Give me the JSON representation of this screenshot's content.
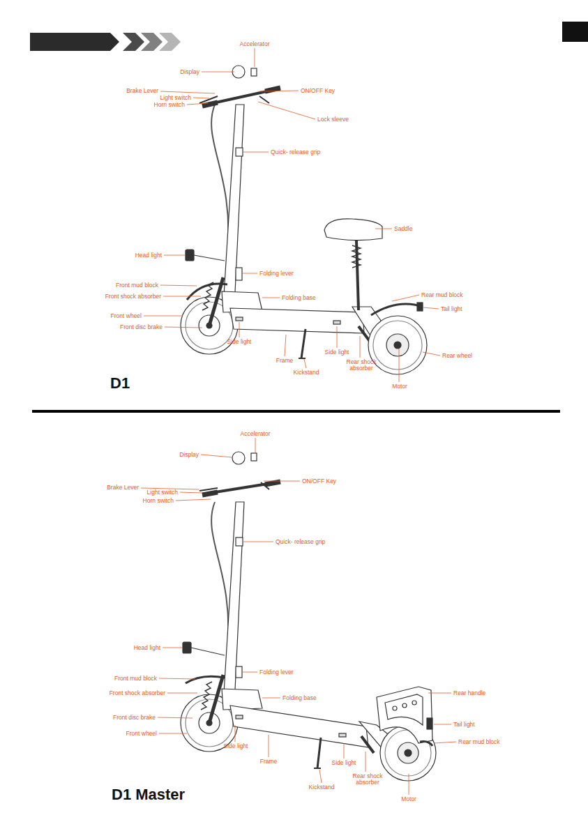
{
  "diagram": {
    "labels": [
      "Accelerator",
      "Display",
      "Brake Lever",
      "Light switch",
      "Horn switch",
      "ON/OFF Key",
      "Lock sleeve",
      "Quick- release grip",
      "Saddle",
      "Head light",
      "Folding lever",
      "Front mud block",
      "Front shock absorber",
      "Folding base",
      "Rear mud block",
      "Tail light",
      "Front wheel",
      "Front disc brake",
      "Side light",
      "Frame",
      "Side light",
      "Rear shock absorber",
      "Rear wheel",
      "Kickstand",
      "D1",
      "Motor",
      "Accelerator",
      "Display",
      "ON/OFF Key",
      "Brake Lever",
      "Light switch",
      "Horn switch",
      "Quick- release grip",
      "Head light",
      "Front mud block",
      "Folding lever",
      "Front shock absorber",
      "Folding base",
      "Rear handle",
      "Front disc brake",
      "Tail light",
      "Front wheel",
      "Rear mud block",
      "Side light",
      "Frame",
      "Side light",
      "Rear shock absorber",
      "Kickstand",
      "D1 Master",
      "Motor"
    ]
  }
}
